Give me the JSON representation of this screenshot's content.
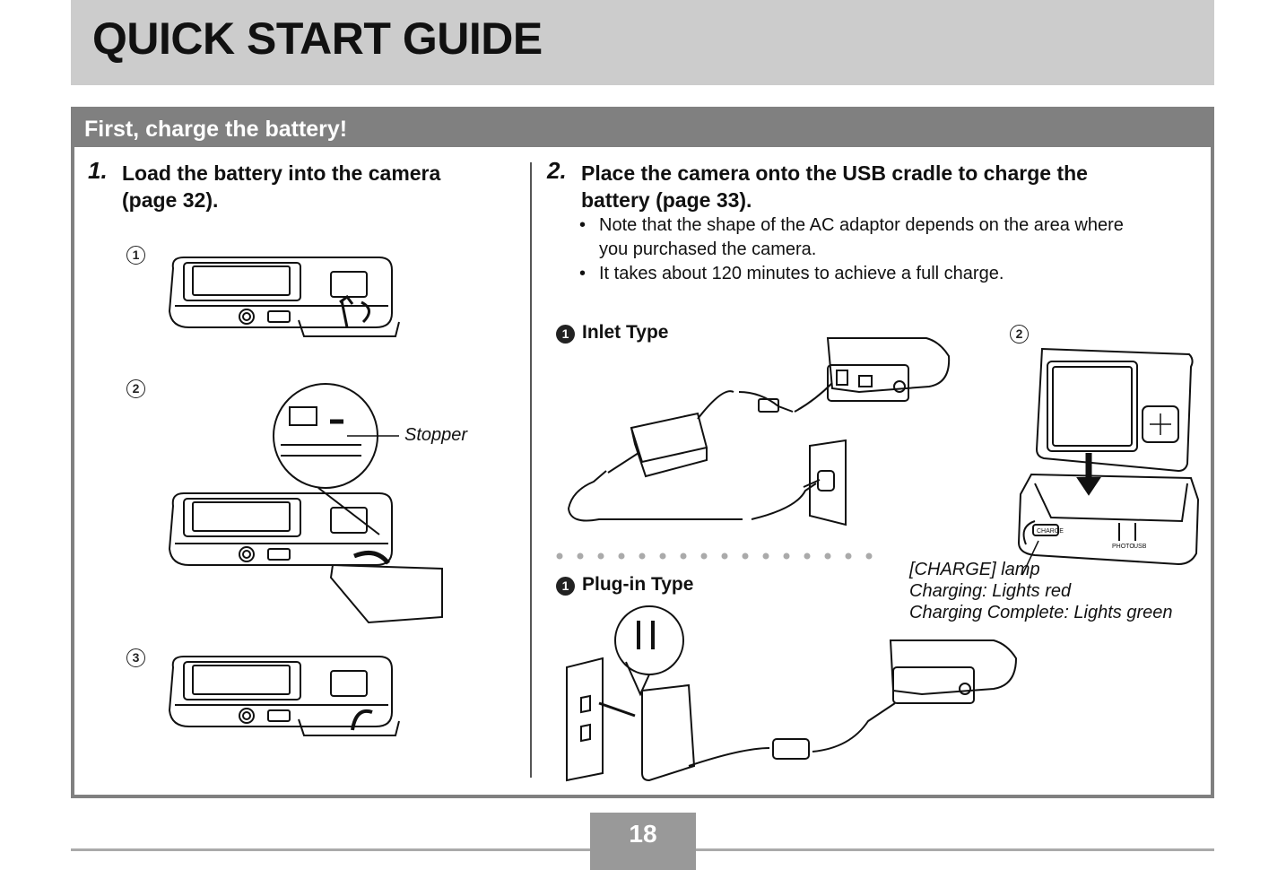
{
  "header": {
    "title": "QUICK START GUIDE"
  },
  "section": {
    "title": "First, charge the battery!"
  },
  "step1": {
    "number": "1.",
    "lines": [
      "Load the battery into the camera",
      "(page 32)."
    ],
    "markers": [
      "1",
      "2",
      "3"
    ],
    "stopper_label": "Stopper"
  },
  "step2": {
    "number": "2.",
    "lines": [
      "Place the camera onto the USB cradle to charge the",
      "battery (page 33)."
    ],
    "notes": [
      "Note that the shape of the AC adaptor depends on the area where",
      "you purchased the camera.",
      "It takes about 120 minutes to achieve a full charge."
    ],
    "inlet": {
      "marker": "1",
      "label": "Inlet Type"
    },
    "plugin": {
      "marker": "1",
      "label": "Plug-in Type"
    },
    "cradle_marker": "2",
    "cradle_caption": [
      "[CHARGE] lamp",
      "Charging: Lights red",
      "Charging Complete: Lights green"
    ],
    "cradle_labels": {
      "charge": "CHARGE",
      "photo": "PHOTO",
      "usb": "USB"
    }
  },
  "footer": {
    "page_number": "18"
  },
  "colors": {
    "header_bg": "#cccccc",
    "section_bg": "#808080",
    "page_tab_bg": "#999999"
  }
}
